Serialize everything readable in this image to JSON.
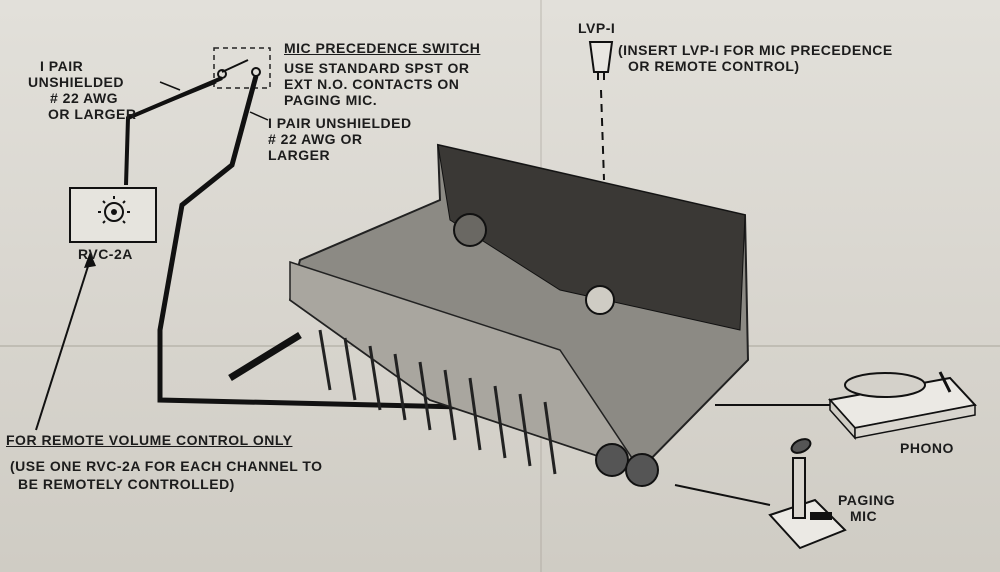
{
  "labels": {
    "wire_left_1": "I PAIR",
    "wire_left_2": "UNSHIELDED",
    "wire_left_3": "# 22 AWG",
    "wire_left_4": "OR LARGER",
    "mic_prec_title": "MIC PRECEDENCE SWITCH",
    "mic_prec_1": "USE STANDARD SPST OR",
    "mic_prec_2": "EXT N.O. CONTACTS ON",
    "mic_prec_3": "PAGING MIC.",
    "wire_right_1": "I PAIR UNSHIELDED",
    "wire_right_2": "# 22 AWG OR",
    "wire_right_3": "LARGER",
    "lvp_title": "LVP-I",
    "lvp_1": "(INSERT LVP-I FOR MIC PRECEDENCE",
    "lvp_2": "OR REMOTE CONTROL)",
    "rvc": "RVC-2A",
    "remote_title": "FOR REMOTE VOLUME CONTROL ONLY",
    "remote_1": "(USE ONE RVC-2A FOR EACH CHANNEL TO",
    "remote_2": "BE REMOTELY CONTROLLED)",
    "phono": "PHONO",
    "paging_1": "PAGING",
    "paging_2": "MIC"
  }
}
